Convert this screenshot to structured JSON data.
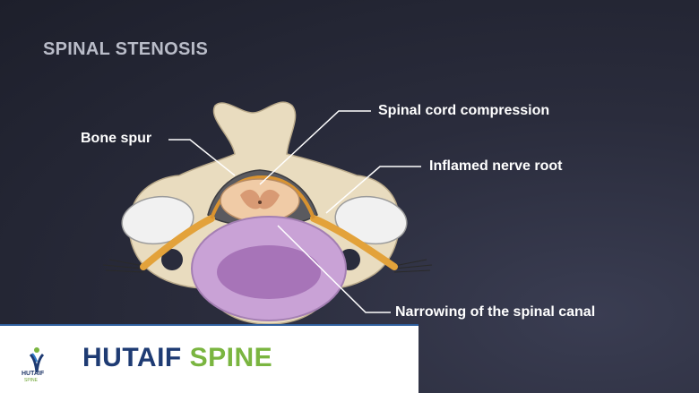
{
  "title": "SPINAL STENOSIS",
  "labels": {
    "bone_spur": "Bone spur",
    "cord_compression": "Spinal cord compression",
    "nerve_root": "Inflamed nerve root",
    "canal_narrowing": "Narrowing of the spinal canal"
  },
  "brand": {
    "name_primary": "HUTAIF",
    "name_secondary": "SPINE",
    "logo_text": "HUTAIF",
    "logo_sub": "SPINE"
  },
  "colors": {
    "background": "#262837",
    "bone": "#e9dcbf",
    "disc": "#c9a2d6",
    "nerve": "#e3a23a",
    "brand_blue": "#1e3b73",
    "brand_green": "#7ab540"
  }
}
